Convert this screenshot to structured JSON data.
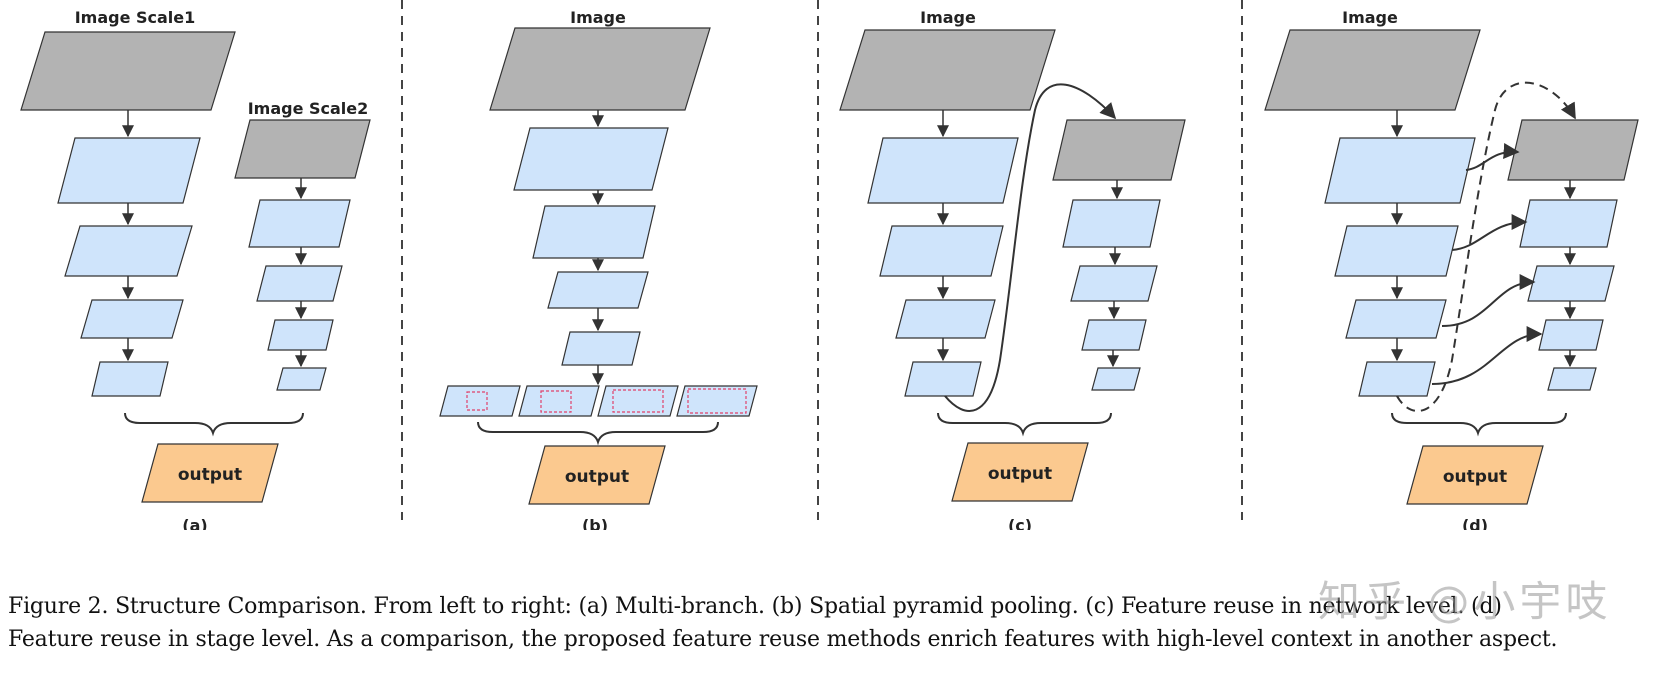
{
  "panels": {
    "a": {
      "label": "(a)",
      "input_label": "Image Scale1",
      "input2_label": "Image Scale2",
      "output_label": "output"
    },
    "b": {
      "label": "(b)",
      "input_label": "Image",
      "output_label": "output"
    },
    "c": {
      "label": "(c)",
      "input_label": "Image",
      "output_label": "output"
    },
    "d": {
      "label": "(d)",
      "input_label": "Image",
      "output_label": "output"
    }
  },
  "caption": {
    "line1": "Figure 2. Structure Comparison. From left to right: (a) Multi-branch. (b) Spatial pyramid pooling. (c) Feature reuse in network level. (d)",
    "line2": "Feature reuse in stage level. As a comparison, the proposed feature reuse methods enrich features with high-level context in another aspect."
  },
  "watermark": "知乎 @小宇吱",
  "colors": {
    "input_fill": "#b3b3b3",
    "feature_fill": "#cfe4fb",
    "output_fill": "#fbc98f",
    "stroke": "#333333",
    "pool_dash": "#e0406a"
  }
}
